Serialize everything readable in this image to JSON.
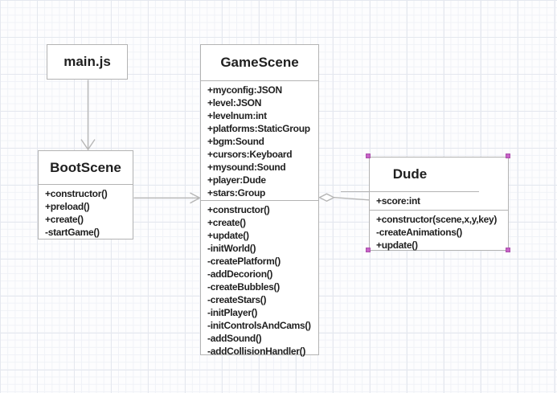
{
  "colors": {
    "canvas_background": "#fdfdfe",
    "grid_minor": "#f0f2f7",
    "grid_major": "#e5e8ef",
    "box_background": "#ffffff",
    "box_border": "#b3b3b3",
    "connector": "#b6b6b6",
    "text": "#1f1f1f",
    "selection_handle": "#c863c8"
  },
  "diagram": {
    "classes": {
      "mainjs": {
        "title": "main.js"
      },
      "bootscene": {
        "title": "BootScene",
        "methods": [
          "+constructor()",
          "+preload()",
          "+create()",
          "-startGame()"
        ]
      },
      "gamescene": {
        "title": "GameScene",
        "attributes": [
          "+myconfig:JSON",
          "+level:JSON",
          "+levelnum:int",
          "+platforms:StaticGroup",
          "+bgm:Sound",
          "+cursors:Keyboard",
          "+mysound:Sound",
          "+player:Dude",
          "+stars:Group"
        ],
        "methods": [
          "+constructor()",
          "+create()",
          "+update()",
          "-initWorld()",
          "-createPlatform()",
          "-addDecorion()",
          "-createBubbles()",
          "-createStars()",
          "-initPlayer()",
          "-initControlsAndCams()",
          "-addSound()",
          "-addCollisionHandler()"
        ]
      },
      "dude": {
        "title": "Dude",
        "selected": true,
        "attributes": [
          "+score:int"
        ],
        "methods": [
          "+constructor(scene,x,y,key)",
          "-createAnimations()",
          "+update()"
        ]
      }
    },
    "connectors": [
      {
        "from": "main.js",
        "to": "BootScene",
        "type": "directed-open-arrow"
      },
      {
        "from": "BootScene",
        "to": "GameScene",
        "type": "directed-open-arrow"
      },
      {
        "from": "Dude",
        "to": "GameScene",
        "type": "aggregation-open-diamond"
      }
    ]
  }
}
